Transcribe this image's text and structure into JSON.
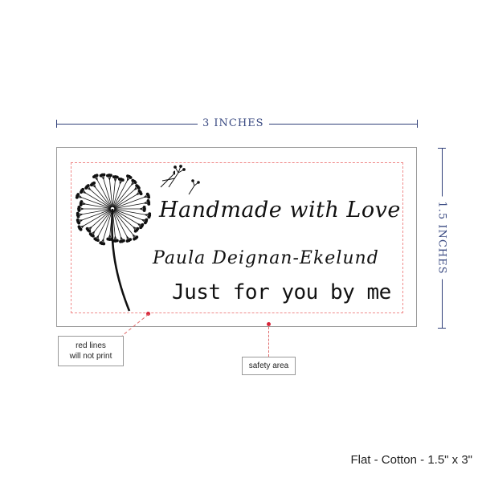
{
  "dimensions": {
    "width_label": "3 INCHES",
    "height_label": "1.5 INCHES"
  },
  "label": {
    "line1": "Handmade with Love",
    "line2": "Paula Deignan-Ekelund",
    "line3": "Just for you by me",
    "artwork_icon": "dandelion-icon"
  },
  "notes": {
    "red_lines": [
      "red lines",
      "will not print"
    ],
    "safety_area": "safety area"
  },
  "footer": {
    "product": "Flat - Cotton - 1.5\" x 3\""
  },
  "colors": {
    "dimension": "#2f3f78",
    "safety_line": "#f08a8a",
    "marker": "#d8263a"
  }
}
